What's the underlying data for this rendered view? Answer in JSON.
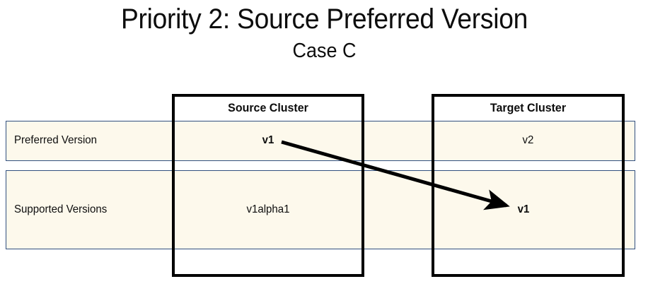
{
  "slide": {
    "title": "Priority 2: Source Preferred Version",
    "subtitle": "Case C"
  },
  "diagram": {
    "type": "two-column comparison table",
    "columns": [
      {
        "key": "source",
        "header": "Source Cluster"
      },
      {
        "key": "target",
        "header": "Target Cluster"
      }
    ],
    "rows": [
      {
        "key": "preferred",
        "label": "Preferred Version",
        "source_value": "v1",
        "source_bold": true,
        "target_value": "v2",
        "target_bold": false
      },
      {
        "key": "supported",
        "label": "Supported Versions",
        "source_value": "v1alpha1",
        "source_bold": false,
        "target_value": "v1",
        "target_bold": true
      }
    ],
    "arrow": {
      "name": "match-arrow",
      "from": "Source Cluster / Preferred Version / v1",
      "to": "Target Cluster / Supported Versions / v1",
      "color": "#000000"
    },
    "colors": {
      "row_highlight_fill": "#fdf9ec",
      "row_highlight_border": "#31507f",
      "cluster_box_border": "#000000",
      "text": "#0d0d0d",
      "page_background": "#ffffff"
    }
  }
}
